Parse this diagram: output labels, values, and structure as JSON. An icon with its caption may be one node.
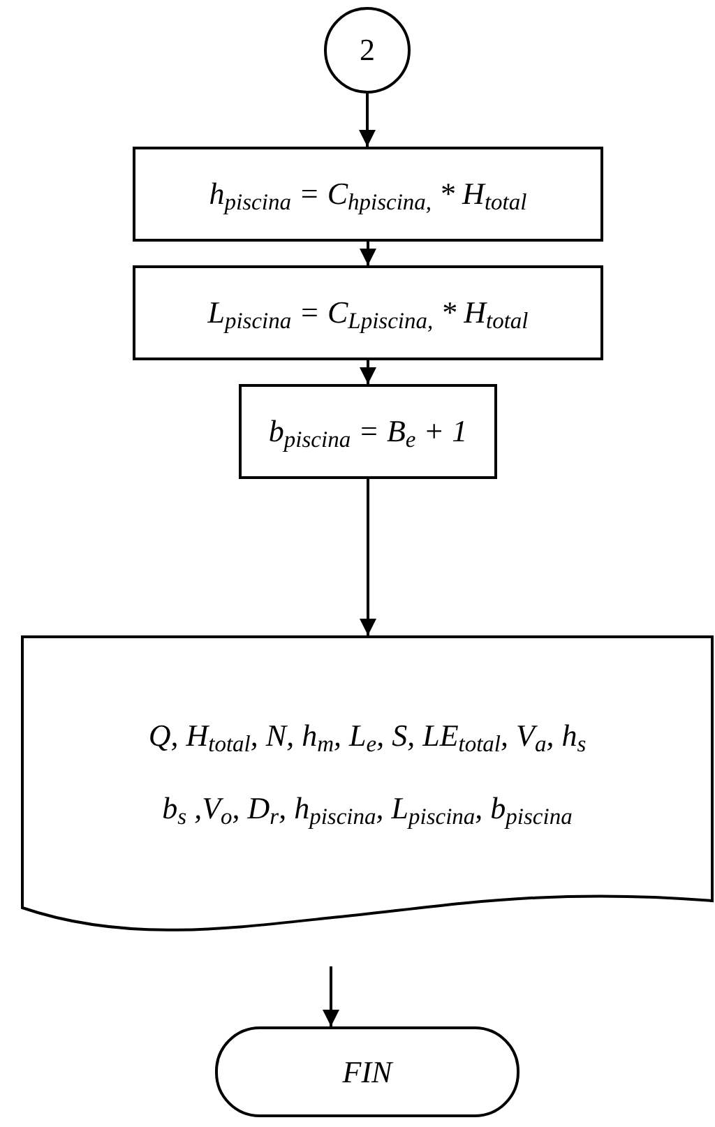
{
  "diagram": {
    "nodes": [
      {
        "text": [
          "2"
        ]
      },
      {
        "text": [
          "h$_{piscina}$ = C$_{hpiscina,}$ * H$_{total}$"
        ]
      },
      {
        "text": [
          "L$_{piscina}$ = C$_{Lpiscina,}$ * H$_{total}$"
        ]
      },
      {
        "text": [
          "b$_{piscina}$ = B$_{e}$ + 1"
        ]
      },
      {
        "text": [
          "Q, H$_{total}$, N, h$_{m}$, L$_{e}$, S, LE$_{total}$, V$_{a}$, h$_{s}$",
          "b$_{s}$ ,V$_{o}$, D$_{r}$, h$_{piscina}$, L$_{piscina}$, b$_{piscina}$"
        ]
      },
      {
        "text": [
          "FIN"
        ]
      }
    ],
    "edges": [
      {
        "from": 0,
        "to": 1,
        "arrow": "to"
      },
      {
        "from": 1,
        "to": 2,
        "arrow": "to"
      },
      {
        "from": 2,
        "to": 3,
        "arrow": "to"
      },
      {
        "from": 3,
        "to": 4,
        "arrow": "to"
      },
      {
        "from": 4,
        "to": 5,
        "arrow": "to"
      }
    ]
  }
}
